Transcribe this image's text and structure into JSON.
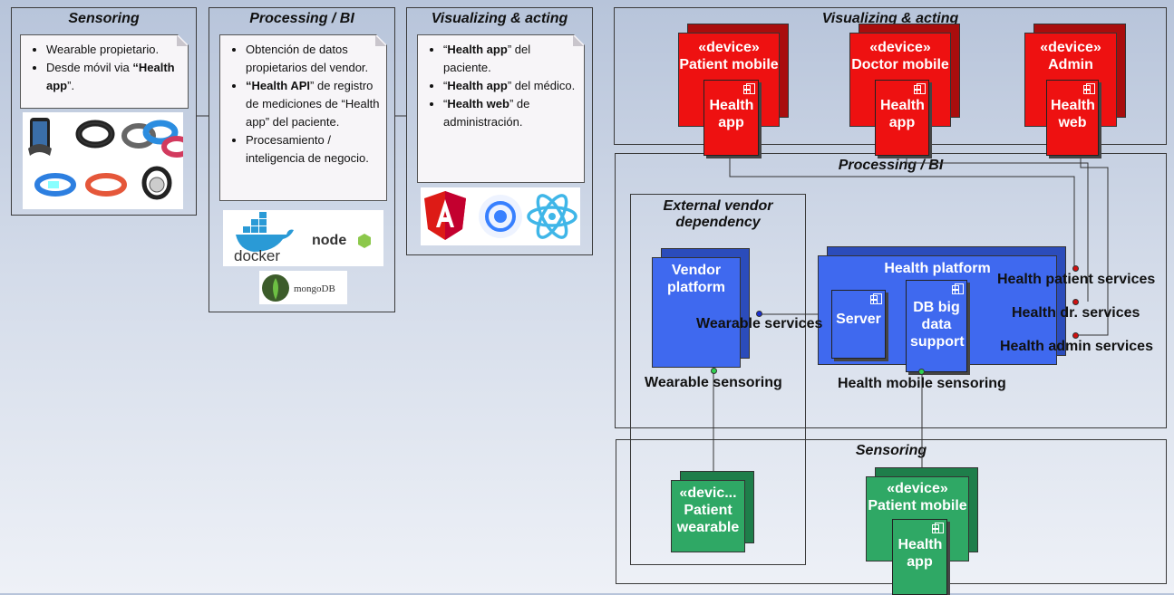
{
  "left": {
    "sensoring": {
      "title": "Sensoring",
      "bullets": [
        {
          "pre": "Wearable propietario.",
          "bold": "",
          "post": ""
        },
        {
          "pre": "Desde móvil via ",
          "bold": "“Health app",
          "post": "”."
        }
      ]
    },
    "processing": {
      "title": "Processing / BI",
      "bullets": [
        {
          "pre": "Obtención de datos propietarios del vendor.",
          "bold": "",
          "post": ""
        },
        {
          "pre": "",
          "bold": "“Health API",
          "post": "” de registro de mediciones de “Health app” del paciente."
        },
        {
          "pre": "Procesamiento / inteligencia de negocio.",
          "bold": "",
          "post": ""
        }
      ],
      "logos": [
        "docker",
        "node",
        "mongoDB"
      ]
    },
    "visualizing": {
      "title": "Visualizing & acting",
      "bullets": [
        {
          "pre": "“",
          "bold": "Health app",
          "post": "” del paciente."
        },
        {
          "pre": "“",
          "bold": "Health app",
          "post": "” del médico."
        },
        {
          "pre": "“",
          "bold": "Health web",
          "post": "” de administración."
        }
      ]
    }
  },
  "right": {
    "visualizing_title": "Visualizing & acting",
    "processing_title": "Processing / BI",
    "sensoring_title": "Sensoring",
    "external_title": "External vendor dependency",
    "devices": {
      "patient_mobile": {
        "stereo": "«device»",
        "name": "Patient mobile",
        "comp": "Health app"
      },
      "doctor_mobile": {
        "stereo": "«device»",
        "name": "Doctor mobile",
        "comp": "Health app"
      },
      "admin": {
        "stereo": "«device»",
        "name": "Admin",
        "comp": "Health web"
      },
      "patient_wearable": {
        "stereo": "«devic...",
        "name": "Patient wearable"
      },
      "patient_mobile_sensor": {
        "stereo": "«device»",
        "name": "Patient mobile",
        "comp": "Health app"
      }
    },
    "vendor_platform": "Vendor platform",
    "health_platform": "Health platform",
    "server": "Server",
    "db": "DB big data support",
    "ports": {
      "patient_services": "Health patient services",
      "dr_services": "Health dr. services",
      "admin_services": "Health admin services",
      "wearable_services": "Wearable services",
      "wearable_sensoring": "Wearable sensoring",
      "mobile_sensoring": "Health mobile sensoring"
    }
  },
  "colors": {
    "red": "#ee1111",
    "blue": "#3f69ef",
    "green": "#2fa865"
  }
}
